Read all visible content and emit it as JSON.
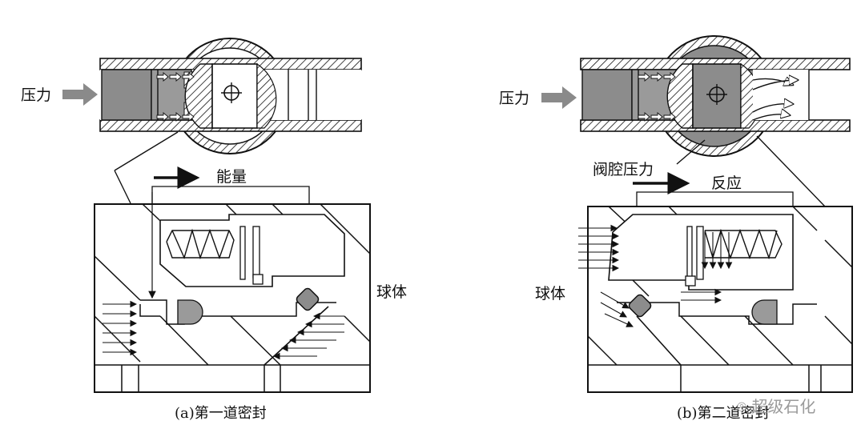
{
  "panel_a": {
    "pressure_label": "压力",
    "energy_label": "能量",
    "ball_label": "球体",
    "caption": "(a)第一道密封"
  },
  "panel_b": {
    "pressure_label": "压力",
    "cavity_pressure_label": "阀腔压力",
    "reaction_label": "反应",
    "ball_label": "球体",
    "caption": "(b)第二道密封"
  },
  "watermark": {
    "text": "超级石化"
  },
  "colors": {
    "fill_gray": "#8c8c8c",
    "line": "#111111",
    "arrow_gray": "#8a8a8a"
  }
}
